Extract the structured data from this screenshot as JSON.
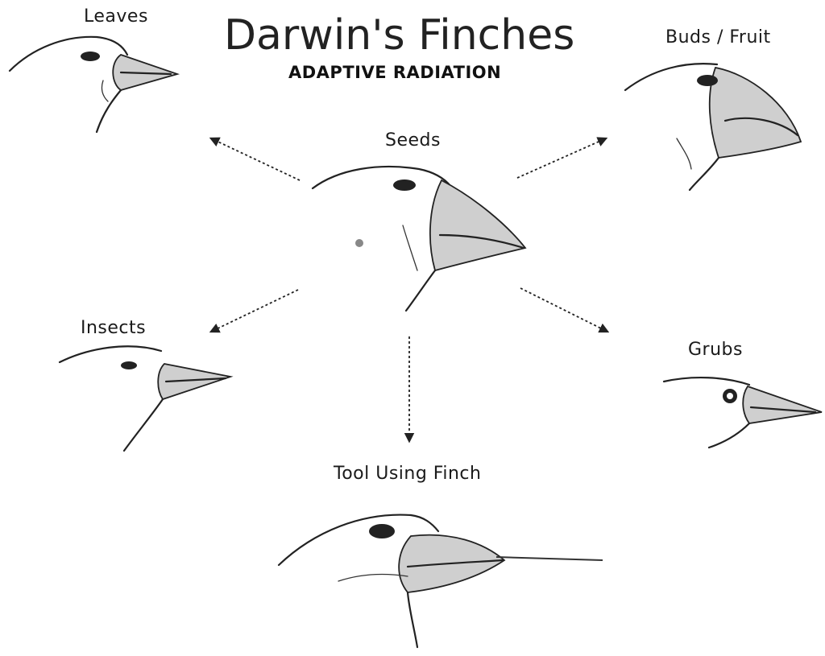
{
  "title": "Darwin's Finches",
  "subtitle": "ADAPTIVE RADIATION",
  "center": {
    "label": "Seeds",
    "icon": "seed-eating-finch-icon"
  },
  "branches": [
    {
      "key": "leaves",
      "label": "Leaves",
      "icon": "leaf-eating-finch-icon"
    },
    {
      "key": "buds",
      "label": "Buds / Fruit",
      "icon": "bud-fruit-eating-finch-icon"
    },
    {
      "key": "insects",
      "label": "Insects",
      "icon": "insect-eating-finch-icon"
    },
    {
      "key": "grubs",
      "label": "Grubs",
      "icon": "grub-eating-finch-icon"
    },
    {
      "key": "tool",
      "label": "Tool Using Finch",
      "icon": "tool-using-finch-icon"
    }
  ]
}
